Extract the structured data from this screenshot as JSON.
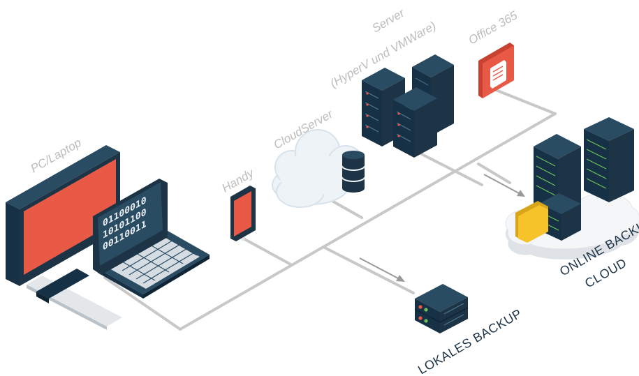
{
  "labels": {
    "pc_laptop": "PC/Laptop",
    "handy": "Handy",
    "cloudserver": "CloudServer",
    "server_line1": "Server",
    "server_line2": "(HyperV und VMWare)",
    "office365": "Office 365",
    "online_backup_line1": "ONLINE BACKUP",
    "online_backup_line2": "CLOUD",
    "lokales_backup": "LOKALES BACKUP"
  },
  "laptop_screen": {
    "row1": "01100010",
    "row2": "10101100",
    "row3": "00110011"
  },
  "colors": {
    "accent_red": "#e85a45",
    "dark_navy": "#1d3446",
    "line_gray": "#c8c8c8",
    "label_gray": "#bcbcbc"
  },
  "icons": [
    "monitor-icon",
    "laptop-icon",
    "phone-icon",
    "cloud-database-icon",
    "server-rack-icon",
    "office-document-icon",
    "backup-server-icon",
    "folder-icon",
    "local-backup-server-icon"
  ]
}
